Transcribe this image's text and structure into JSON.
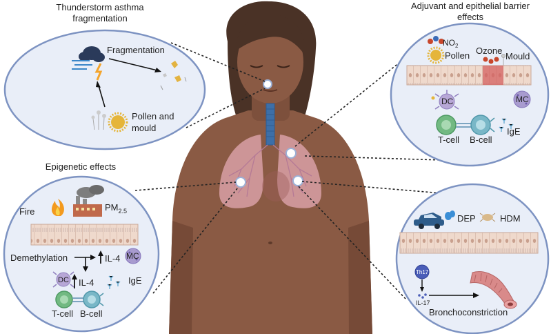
{
  "panels": {
    "thunderstorm": {
      "title_line1": "Thunderstorm asthma",
      "title_line2": "fragmentation",
      "fragmentation": "Fragmentation",
      "pollen_line1": "Pollen and",
      "pollen_line2": "mould"
    },
    "adjuvant": {
      "title_line1": "Adjuvant and epithelial barrier",
      "title_line2": "effects",
      "no2": "NO",
      "no2_sub": "2",
      "pollen": "Pollen",
      "ozone": "Ozone",
      "mould": "Mould",
      "dc": "DC",
      "mc": "MC",
      "tcell": "T-cell",
      "bcell": "B-cell",
      "ige": "IgE"
    },
    "epigenetic": {
      "title": "Epigenetic effects",
      "fire": "Fire",
      "pm": "PM",
      "pm_sub": "2.5",
      "demethylation": "Demethylation",
      "il4_top": "IL-4",
      "il4_bottom": "IL-4",
      "mc": "MC",
      "dc": "DC",
      "ige": "IgE",
      "tcell": "T-cell",
      "bcell": "B-cell"
    },
    "broncho": {
      "dep": "DEP",
      "hdm": "HDM",
      "th17": "Th17",
      "il17": "IL-17",
      "bronchoconstriction": "Bronchoconstriction"
    }
  },
  "colors": {
    "panel_fill": "#e9eef8",
    "panel_stroke": "#7d93c2",
    "skin": "#8a5a44",
    "skin_shadow": "#764a37",
    "hair": "#4a3226",
    "lung": "#d8a0a6",
    "trachea": "#3d6fa8",
    "epithelium": "#efd9cc",
    "tcell": "#72b982",
    "bcell": "#79b7c7",
    "dc": "#b7a7d6",
    "mc": "#a89bcf",
    "car": "#2e5c8a",
    "bronchus": "#d98a8a"
  }
}
